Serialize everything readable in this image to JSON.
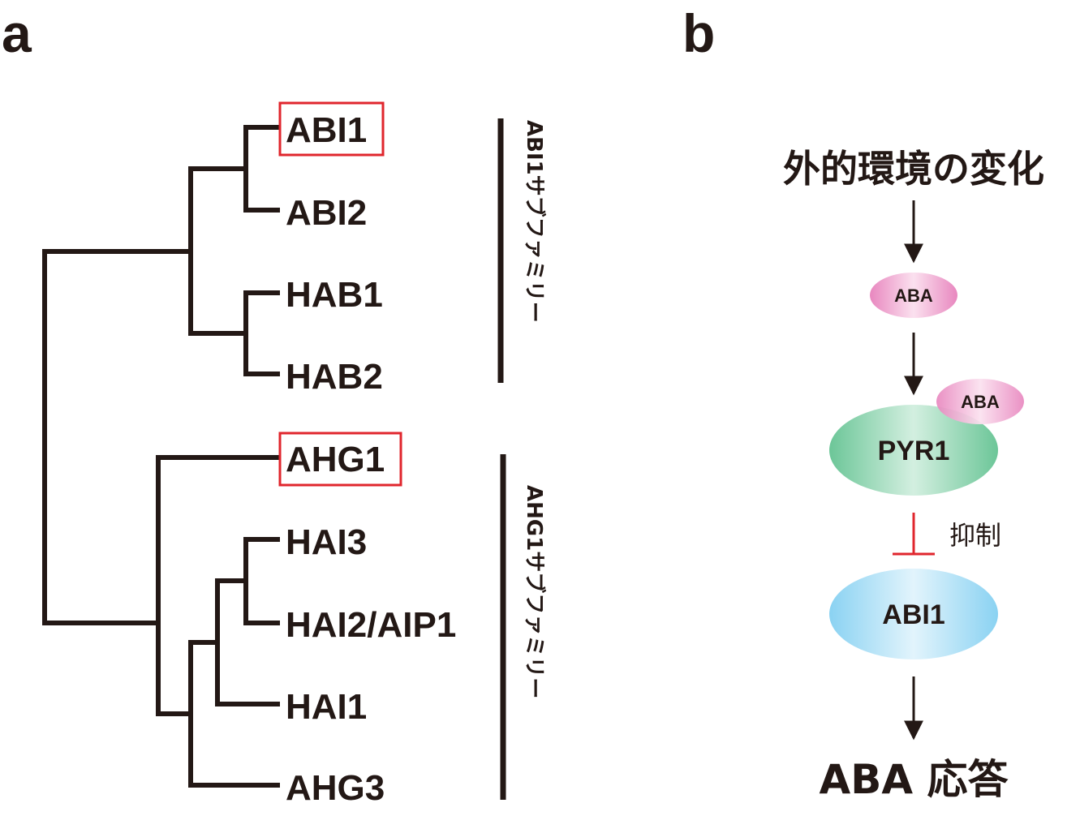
{
  "panel_a": {
    "label": "a",
    "leaves": [
      "ABI1",
      "ABI2",
      "HAB1",
      "HAB2",
      "AHG1",
      "HAI3",
      "HAI2/AIP1",
      "HAI1",
      "AHG3"
    ],
    "highlighted": [
      "ABI1",
      "AHG1"
    ],
    "groups": [
      {
        "label": "ABI1サブファミリー"
      },
      {
        "label": "AHG1サブファミリー"
      }
    ]
  },
  "panel_b": {
    "label": "b",
    "title": "外的環境の変化",
    "aba_label": "ABA",
    "aba_bound_label": "ABA",
    "receptor_label": "PYR1",
    "inhibition_label": "抑制",
    "target_label": "ABI1",
    "response_label": "ABA 応答"
  },
  "colors": {
    "ink": "#231815",
    "highlight_box": "#e0262d",
    "inhibition": "#e0262d",
    "aba": "#e88ac0",
    "pyr1": "#6fc89b",
    "abi1": "#8fd4f0"
  }
}
